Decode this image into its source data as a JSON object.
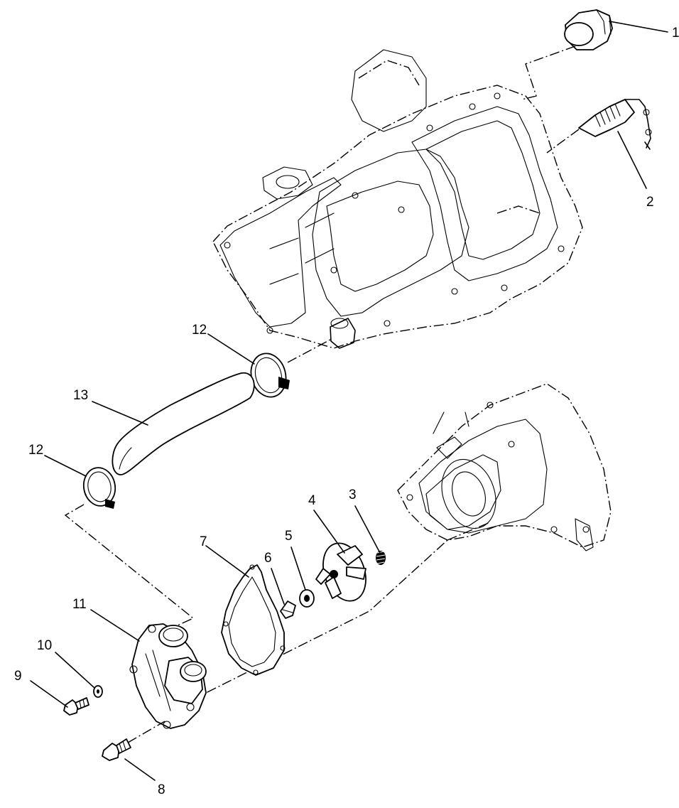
{
  "diagram": {
    "callouts": [
      {
        "id": "1",
        "label": "1"
      },
      {
        "id": "2",
        "label": "2"
      },
      {
        "id": "3",
        "label": "3"
      },
      {
        "id": "4",
        "label": "4"
      },
      {
        "id": "5",
        "label": "5"
      },
      {
        "id": "6",
        "label": "6"
      },
      {
        "id": "7",
        "label": "7"
      },
      {
        "id": "8",
        "label": "8"
      },
      {
        "id": "9",
        "label": "9"
      },
      {
        "id": "10",
        "label": "10"
      },
      {
        "id": "11",
        "label": "11"
      },
      {
        "id": "12a",
        "label": "12"
      },
      {
        "id": "12b",
        "label": "12"
      },
      {
        "id": "13",
        "label": "13"
      }
    ],
    "colors": {
      "ink": "#000000",
      "paper": "#ffffff"
    }
  }
}
